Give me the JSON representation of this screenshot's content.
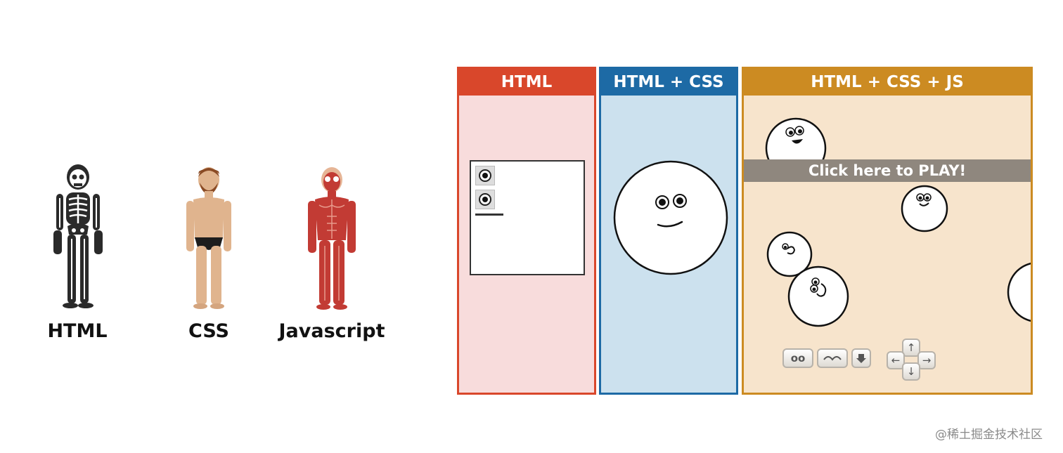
{
  "figures": {
    "html_label": "HTML",
    "css_label": "CSS",
    "js_label": "Javascript"
  },
  "panels": {
    "html": {
      "title": "HTML",
      "color": "#d9472b",
      "bg": "#f8dcdc"
    },
    "css": {
      "title": "HTML + CSS",
      "color": "#1d6aa5",
      "bg": "#cce1ee"
    },
    "js": {
      "title": "HTML + CSS + JS",
      "color": "#cc8b22",
      "bg": "#f7e4cc"
    }
  },
  "game": {
    "play_text": "Click here to PLAY!",
    "controls": {
      "eyes": "oo",
      "arrow_up": "↑",
      "arrow_down": "↓",
      "arrow_left": "←",
      "arrow_right": "→"
    }
  },
  "watermark": "@稀土掘金技术社区"
}
